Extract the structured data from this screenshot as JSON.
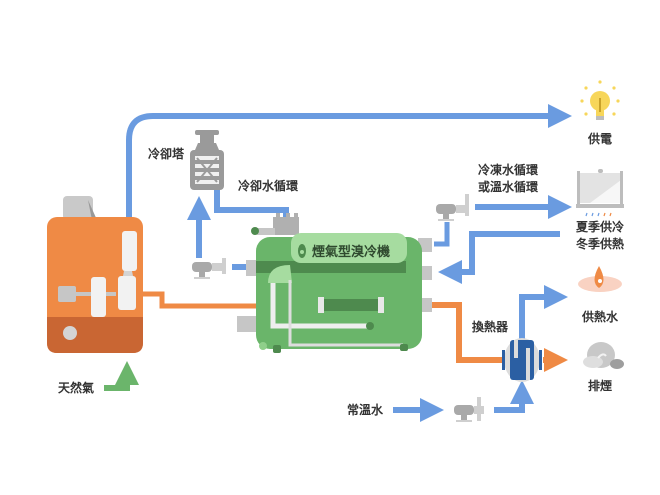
{
  "diagram": {
    "title_machine": "煙氣型溴冷機",
    "labels": {
      "cooling_tower": "冷卻塔",
      "cooling_water_loop": "冷卻水循環",
      "chilled_water_line1": "冷凍水循環",
      "chilled_water_line2": "或溫水循環",
      "power_supply": "供電",
      "summer_cooling": "夏季供冷",
      "winter_heating": "冬季供熱",
      "heat_exchanger": "換熱器",
      "hot_water_supply": "供熱水",
      "exhaust": "排煙",
      "natural_gas": "天然氣",
      "normal_temp_water": "常溫水"
    },
    "colors": {
      "water_pipe": "#6a9be0",
      "exhaust_pipe": "#ef8a45",
      "gas_pipe": "#6bb56b",
      "generator_body": "#ef8a45",
      "generator_base": "#c96633",
      "chiller_body": "#6ab56a",
      "chiller_dark": "#4e8a4e",
      "chiller_light": "#a6dca0",
      "heat_exchanger": "#2b5fa3",
      "equipment_gray": "#a9a9a9"
    }
  }
}
